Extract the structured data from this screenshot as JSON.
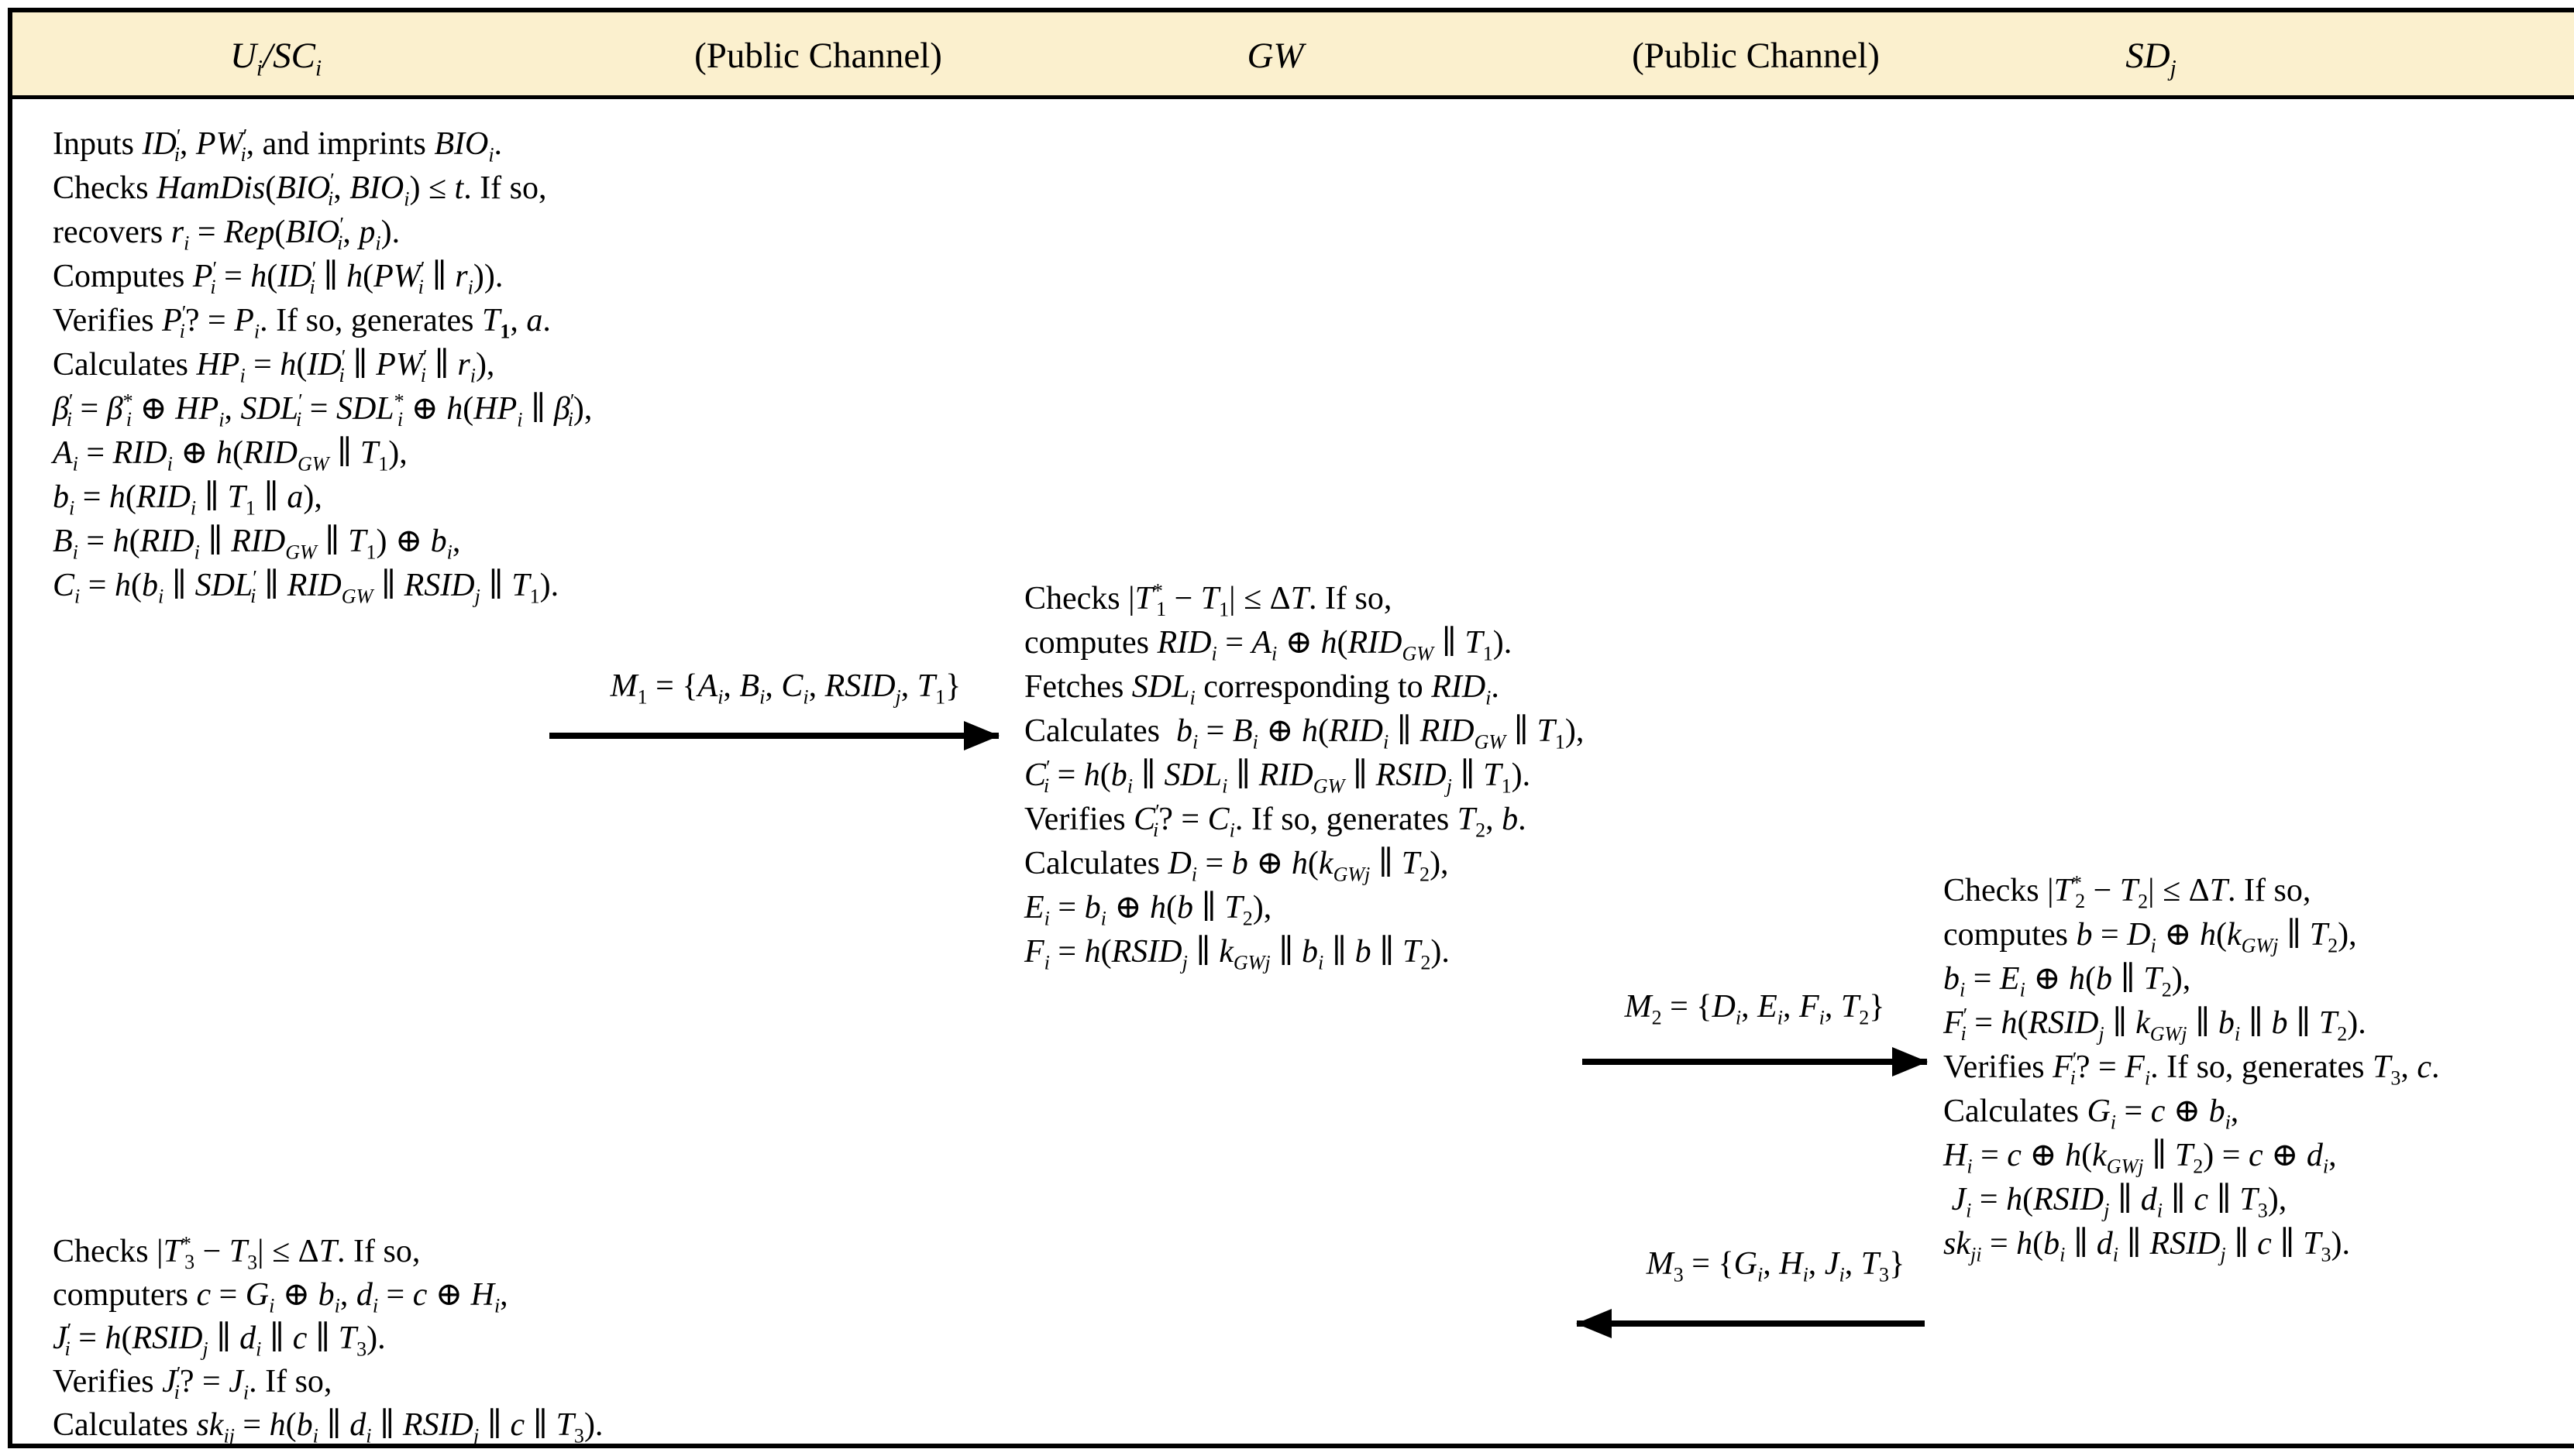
{
  "figure": {
    "kind": "authentication-protocol-sequence-diagram"
  },
  "colors": {
    "header_bg": "#FBF0CE",
    "border": "#000000",
    "text": "#000000",
    "background": "#FFFFFF"
  },
  "header": {
    "columns": [
      {
        "name": "user-smartcard",
        "label_html": "<i>U<sub>i</sub></i>/<i>SC<sub>i</sub></i>"
      },
      {
        "name": "public-channel-left",
        "label_html": "(Public Channel)"
      },
      {
        "name": "gateway",
        "label_html": "<i>GW</i>"
      },
      {
        "name": "public-channel-right",
        "label_html": "(Public Channel)"
      },
      {
        "name": "smart-device",
        "label_html": "<i>SD<sub>j</sub></i>"
      }
    ]
  },
  "blocks": {
    "user_login": {
      "lines_html": [
        "Inputs <i>ID</i><sup class='k'>′</sup><sub class='u'><i>i</i></sub>, <i>PW</i><sup class='k'>′</sup><sub class='u'><i>i</i></sub>, and imprints <i>BIO<sub>i</sub></i>.",
        "Checks <i>HamDis</i>(<i>BIO</i><sup class='k'>′</sup><sub class='u'><i>i</i></sub>, <i>BIO<sub>i</sub></i>) ≤ <i>t</i>. If so,",
        "recovers <i>r<sub>i</sub></i> = <i>Rep</i>(<i>BIO</i><sup class='k'>′</sup><sub class='u'><i>i</i></sub>, <i>p<sub>i</sub></i>).",
        "Computes <i>P</i><sup class='k'>′</sup><sub class='u'><i>i</i></sub> = <i>h</i>(<i>ID</i><sup class='k'>′</sup><sub class='u'><i>i</i></sub> ∥ <i>h</i>(<i>PW</i><sup class='k'>′</sup><sub class='u'><i>i</i></sub> ∥ <i>r<sub>i</sub></i>)).",
        "Verifies <i>P</i><sup class='k'>′</sup><sub class='u'><i>i</i></sub>? = <i>P<sub>i</sub></i>. If so, generates <i>T</i><sub><b>1</b></sub>, <i>a</i>.",
        "Calculates <i>HP<sub>i</sub></i> = <i>h</i>(<i>ID</i><sup class='k'>′</sup><sub class='u'><i>i</i></sub> ∥ <i>PW</i><sup class='k'>′</sup><sub class='u'><i>i</i></sub> ∥ <i>r<sub>i</sub></i>),",
        "<i>β</i><sup class='k'>′</sup><sub class='u'><i>i</i></sub> = <i>β</i><sup class='k'>*</sup><sub class='u'><i>i</i></sub> ⊕ <i>HP<sub>i</sub></i>, <i>SDL</i><sup class='k'>′</sup><sub class='u'><i>i</i></sub> = <i>SDL</i><sup class='k'>*</sup><sub class='u'><i>i</i></sub> ⊕ <i>h</i>(<i>HP<sub>i</sub></i> ∥ <i>β</i><sup class='k'>′</sup><sub class='u'><i>i</i></sub>),",
        "<i>A<sub>i</sub></i> = <i>RID<sub>i</sub></i> ⊕ <i>h</i>(<i>RID<sub>GW</sub></i> ∥ <i>T</i><sub>1</sub>),",
        "<i>b<sub>i</sub></i> = <i>h</i>(<i>RID<sub>i</sub></i> ∥ <i>T</i><sub>1</sub> ∥ <i>a</i>),",
        "<i>B<sub>i</sub></i> = <i>h</i>(<i>RID<sub>i</sub></i> ∥ <i>RID<sub>GW</sub></i> ∥ <i>T</i><sub>1</sub>) ⊕ <i>b<sub>i</sub></i>,",
        "<i>C<sub>i</sub></i> = <i>h</i>(<i>b<sub>i</sub></i> ∥ <i>SDL</i><sup class='k'>′</sup><sub class='u'><i>i</i></sub> ∥ <i>RID<sub>GW</sub></i> ∥ <i>RSID<sub>j</sub></i> ∥ <i>T</i><sub>1</sub>)."
      ]
    },
    "gateway": {
      "lines_html": [
        "Checks |<i>T</i><sup class='k'>*</sup><sub class='u'>1</sub> − <i>T</i><sub>1</sub>| ≤ Δ<i>T</i>. If so,",
        "computes <i>RID<sub>i</sub></i> = <i>A<sub>i</sub></i> ⊕ <i>h</i>(<i>RID<sub>GW</sub></i> ∥ <i>T</i><sub>1</sub>).",
        "Fetches <i>SDL<sub>i</sub></i> corresponding to <i>RID<sub>i</sub></i>.",
        "Calculates&nbsp; <i>b<sub>i</sub></i> = <i>B<sub>i</sub></i> ⊕ <i>h</i>(<i>RID<sub>i</sub></i> ∥ <i>RID<sub>GW</sub></i> ∥ <i>T</i><sub>1</sub>),",
        "<i>C</i><sup class='k'>′</sup><sub class='u'><i>i</i></sub> = <i>h</i>(<i>b<sub>i</sub></i> ∥ <i>SDL<sub>i</sub></i> ∥ <i>RID<sub>GW</sub></i> ∥ <i>RSID<sub>j</sub></i> ∥ <i>T</i><sub>1</sub>).",
        "Verifies <i>C</i><sup class='k'>′</sup><sub class='u'><i>i</i></sub>? = <i>C<sub>i</sub></i>. If so, generates <i>T</i><sub>2</sub>, <i>b</i>.",
        "Calculates <i>D<sub>i</sub></i> = <i>b</i> ⊕ <i>h</i>(<i>k<sub>GWj</sub></i> ∥ <i>T</i><sub>2</sub>),",
        "<i>E<sub>i</sub></i> = <i>b<sub>i</sub></i> ⊕ <i>h</i>(<i>b</i> ∥ <i>T</i><sub>2</sub>),",
        "<i>F<sub>i</sub></i> = <i>h</i>(<i>RSID<sub>j</sub></i> ∥ <i>k<sub>GWj</sub></i> ∥ <i>b<sub>i</sub></i> ∥ <i>b</i> ∥ <i>T</i><sub>2</sub>)."
      ]
    },
    "smart_device": {
      "lines_html": [
        "Checks |<i>T</i><sup class='k'>*</sup><sub class='u'>2</sub> − <i>T</i><sub>2</sub>| ≤ Δ<i>T</i>. If so,",
        "computes <i>b</i> = <i>D<sub>i</sub></i> ⊕ <i>h</i>(<i>k<sub>GWj</sub></i> ∥ <i>T</i><sub>2</sub>),",
        "<i>b<sub>i</sub></i> = <i>E<sub>i</sub></i> ⊕ <i>h</i>(<i>b</i> ∥ <i>T</i><sub>2</sub>),",
        "<i>F</i><sup class='k'>′</sup><sub class='u'><i>i</i></sub> = <i>h</i>(<i>RSID<sub>j</sub></i> ∥ <i>k<sub>GWj</sub></i> ∥ <i>b<sub>i</sub></i> ∥ <i>b</i> ∥ <i>T</i><sub>2</sub>).",
        "Verifies <i>F</i><sup class='k'>′</sup><sub class='u'><i>i</i></sub>? = <i>F<sub>i</sub></i>. If so, generates <i>T</i><sub>3</sub>, <i>c</i>.",
        "Calculates <i>G<sub>i</sub></i> = <i>c</i> ⊕ <i>b<sub>i</sub></i>,",
        "<i>H<sub>i</sub></i> = <i>c</i> ⊕ <i>h</i>(<i>k<sub>GWj</sub></i> ∥ <i>T</i><sub>2</sub>) = <i>c</i> ⊕ <i>d<sub>i</sub></i>,",
        "&nbsp;<i>J<sub>i</sub></i> = <i>h</i>(<i>RSID<sub>j</sub></i> ∥ <i>d<sub>i</sub></i> ∥ <i>c</i> ∥ <i>T</i><sub>3</sub>),",
        "<i>sk<sub>ji</sub></i> = <i>h</i>(<i>b<sub>i</sub></i> ∥ <i>d<sub>i</sub></i> ∥ <i>RSID<sub>j</sub></i> ∥ <i>c</i> ∥ <i>T</i><sub>3</sub>)."
      ]
    },
    "user_verify": {
      "lines_html": [
        "Checks |<i>T</i><sup class='k'>*</sup><sub class='u'>3</sub> − <i>T</i><sub>3</sub>| ≤ Δ<i>T</i>. If so,",
        "computers <i>c</i> = <i>G<sub>i</sub></i> ⊕ <i>b<sub>i</sub></i>, <i>d<sub>i</sub></i> = <i>c</i> ⊕ <i>H<sub>i</sub></i>,",
        "<i>J</i><sup class='k'>′</sup><sub class='u'><i>i</i></sub> = <i>h</i>(<i>RSID<sub>j</sub></i> ∥ <i>d<sub>i</sub></i> ∥ <i>c</i> ∥ <i>T</i><sub>3</sub>).",
        "Verifies <i>J</i><sup class='k'>′</sup><sub class='u'><i>i</i></sub>? = <i>J<sub>i</sub></i>. If so,",
        "Calculates <i>sk<sub>ij</sub></i> = <i>h</i>(<i>b<sub>i</sub></i> ∥ <i>d<sub>i</sub></i> ∥ <i>RSID<sub>j</sub></i> ∥ <i>c</i> ∥ <i>T</i><sub>3</sub>)."
      ]
    }
  },
  "messages": [
    {
      "id": "M1",
      "direction": "right",
      "label_html": "<i>M</i><sub>1</sub> = {<i>A<sub>i</sub></i>, <i>B<sub>i</sub></i>, <i>C<sub>i</sub></i>, <i>RSID<sub>j</sub></i>, <i>T</i><sub>1</sub>}"
    },
    {
      "id": "M2",
      "direction": "right",
      "label_html": "<i>M</i><sub>2</sub> = {<i>D<sub>i</sub></i>, <i>E<sub>i</sub></i>, <i>F<sub>i</sub></i>, <i>T</i><sub>2</sub>}"
    },
    {
      "id": "M3",
      "direction": "left",
      "label_html": "<i>M</i><sub>3</sub> = {<i>G<sub>i</sub></i>, <i>H<sub>i</sub></i>, <i>J<sub>i</sub></i>, <i>T</i><sub>3</sub>}"
    }
  ]
}
